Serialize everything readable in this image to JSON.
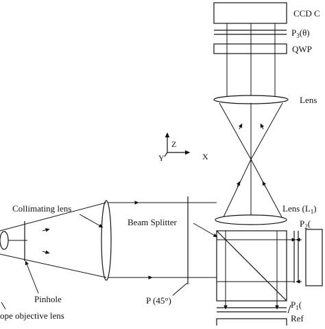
{
  "labels": {
    "ccd": "CCD C",
    "p3": "P",
    "p3_sub": "3",
    "p3_suffix": "(θ)",
    "qwp": "QWP",
    "lens_top": "Lens",
    "axis_z": "Z",
    "axis_y": "Y",
    "axis_x": "X",
    "collimating_lens": "Collimating lens",
    "beam_splitter": "Beam Splitter",
    "lens_l1_a": "Lens (L",
    "lens_l1_sub": "1",
    "lens_l1_b": ")",
    "p2": "P",
    "p2_sub": "2",
    "p2_suffix": "(",
    "pinhole": "Pinhole",
    "p45": "P (45°)",
    "objective": "ope objective lens",
    "p1": "P",
    "p1_sub": "1",
    "p1_suffix": "(",
    "ref": "Ref"
  }
}
